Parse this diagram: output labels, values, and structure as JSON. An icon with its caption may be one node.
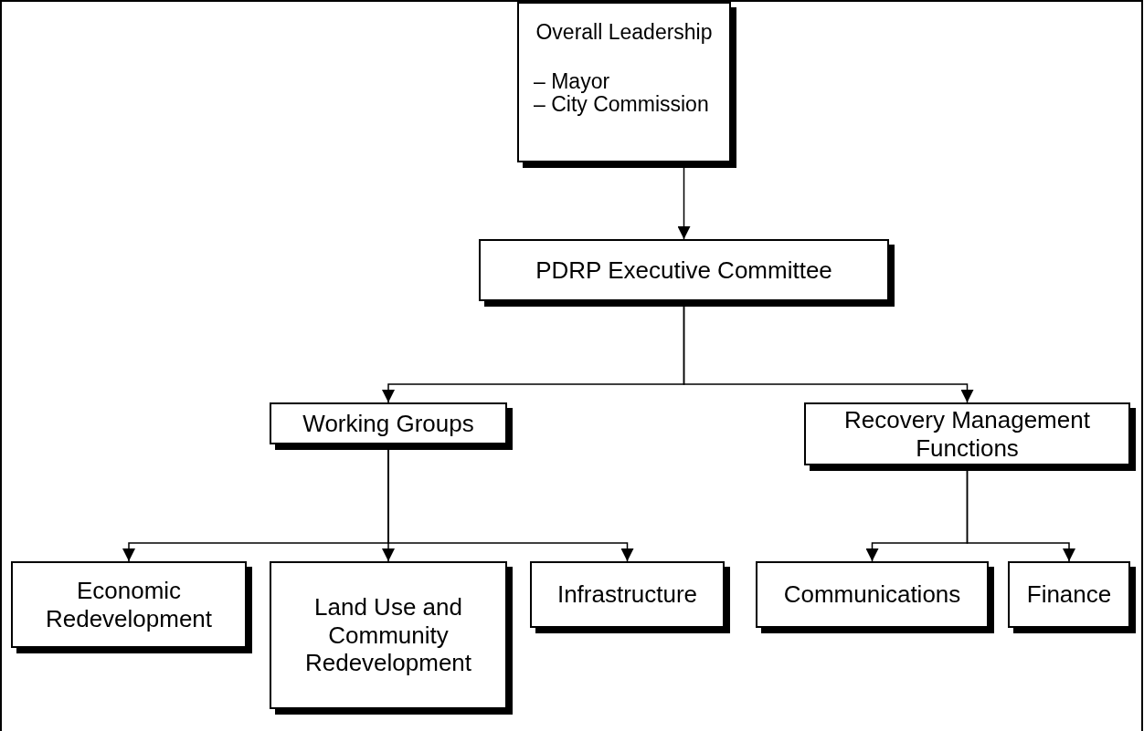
{
  "diagram": {
    "nodes": [
      {
        "text": [
          "Overall Leadership",
          "– Mayor",
          "– City Commission"
        ]
      },
      {
        "text": [
          "PDRP Executive Committee"
        ]
      },
      {
        "text": [
          "Working Groups"
        ]
      },
      {
        "text": [
          "Recovery Management Functions"
        ]
      },
      {
        "text": [
          "Economic Redevelopment"
        ]
      },
      {
        "text": [
          "Land Use and Community Redevelopment"
        ]
      },
      {
        "text": [
          "Infrastructure"
        ]
      },
      {
        "text": [
          "Communications"
        ]
      },
      {
        "text": [
          "Finance"
        ]
      }
    ],
    "edges": [
      {
        "from": 0,
        "to": 1,
        "arrow": "to"
      },
      {
        "from": 1,
        "to": 2,
        "arrow": "to"
      },
      {
        "from": 1,
        "to": 3,
        "arrow": "to"
      },
      {
        "from": 2,
        "to": 4,
        "arrow": "to"
      },
      {
        "from": 2,
        "to": 5,
        "arrow": "to"
      },
      {
        "from": 2,
        "to": 6,
        "arrow": "to"
      },
      {
        "from": 3,
        "to": 7,
        "arrow": "to"
      },
      {
        "from": 3,
        "to": 8,
        "arrow": "to"
      }
    ]
  }
}
